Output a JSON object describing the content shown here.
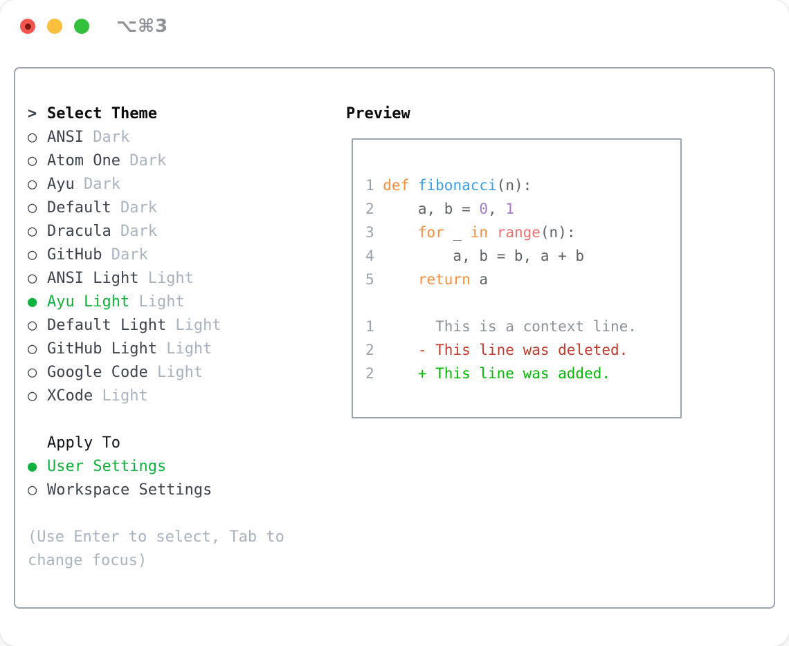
{
  "titlebar": {
    "shortcut": "⌥⌘3"
  },
  "icons": {
    "radio_unselected": "○",
    "radio_selected": "●",
    "cursor": ">"
  },
  "theme_picker": {
    "header": "Select Theme",
    "themes": [
      {
        "name": "ANSI",
        "tag": "Dark",
        "selected": false
      },
      {
        "name": "Atom One",
        "tag": "Dark",
        "selected": false
      },
      {
        "name": "Ayu",
        "tag": "Dark",
        "selected": false
      },
      {
        "name": "Default",
        "tag": "Dark",
        "selected": false
      },
      {
        "name": "Dracula",
        "tag": "Dark",
        "selected": false
      },
      {
        "name": "GitHub",
        "tag": "Dark",
        "selected": false
      },
      {
        "name": "ANSI Light",
        "tag": "Light",
        "selected": false
      },
      {
        "name": "Ayu Light",
        "tag": "Light",
        "selected": true
      },
      {
        "name": "Default Light",
        "tag": "Light",
        "selected": false
      },
      {
        "name": "GitHub Light",
        "tag": "Light",
        "selected": false
      },
      {
        "name": "Google Code",
        "tag": "Light",
        "selected": false
      },
      {
        "name": "XCode",
        "tag": "Light",
        "selected": false
      }
    ]
  },
  "apply_to": {
    "header": "Apply To",
    "options": [
      {
        "label": "User Settings",
        "selected": true
      },
      {
        "label": "Workspace Settings",
        "selected": false
      }
    ]
  },
  "help_text": "(Use Enter to select, Tab to change focus)",
  "preview": {
    "header": "Preview",
    "lines": [
      {
        "num": "1",
        "segs": [
          [
            "def",
            "kw"
          ],
          [
            " ",
            "fg"
          ],
          [
            "fibonacci",
            "fn"
          ],
          [
            "(n):",
            "fg"
          ]
        ]
      },
      {
        "num": "2",
        "segs": [
          [
            "    a, b = ",
            "fg"
          ],
          [
            "0",
            "num"
          ],
          [
            ", ",
            "fg"
          ],
          [
            "1",
            "num"
          ]
        ]
      },
      {
        "num": "3",
        "segs": [
          [
            "    ",
            "fg"
          ],
          [
            "for",
            "kw"
          ],
          [
            " _ ",
            "fg"
          ],
          [
            "in",
            "kw"
          ],
          [
            " ",
            "fg"
          ],
          [
            "range",
            "rng"
          ],
          [
            "(n):",
            "fg"
          ]
        ]
      },
      {
        "num": "4",
        "segs": [
          [
            "        a, b = b, a + b",
            "fg"
          ]
        ]
      },
      {
        "num": "5",
        "segs": [
          [
            "    ",
            "fg"
          ],
          [
            "return",
            "kw"
          ],
          [
            " a",
            "fg"
          ]
        ]
      },
      {
        "num": "",
        "segs": []
      },
      {
        "num": "1",
        "segs": [
          [
            "      This is a context line.",
            "ctx"
          ]
        ]
      },
      {
        "num": "2",
        "segs": [
          [
            "    - This line was deleted.",
            "del"
          ]
        ]
      },
      {
        "num": "2",
        "segs": [
          [
            "    + This line was added.",
            "add"
          ]
        ]
      }
    ]
  },
  "colors": {
    "selected_green": "#12b13e",
    "diff_added": "#00b800",
    "diff_removed": "#c0392b",
    "diff_context": "#8a9199",
    "keyword_orange": "#fa8d3e",
    "function_blue": "#399ee6",
    "number_purple": "#a37acc",
    "builtin_red": "#f07171",
    "code_fg": "#5c6166",
    "line_number": "#98a2ad",
    "text_dark": "#3d434d",
    "text_muted": "#a9b3c0",
    "panel_border": "#9aa3ae",
    "traffic_red": "#f0554e",
    "traffic_yellow": "#f8c03c",
    "traffic_green": "#33c13c"
  }
}
